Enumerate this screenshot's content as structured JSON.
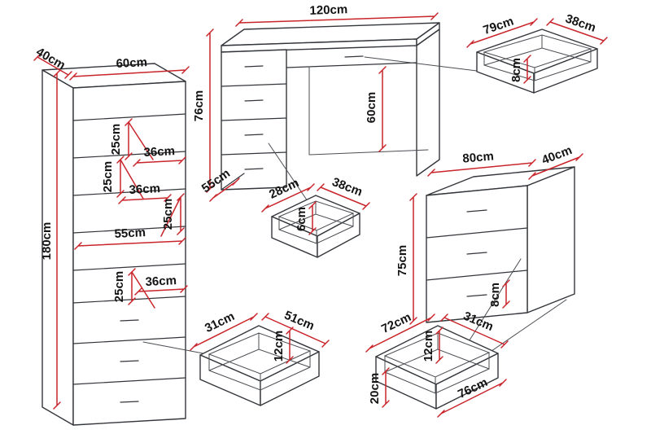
{
  "diagram": {
    "type": "furniture-dimension-diagram",
    "colors": {
      "outline": "#33363b",
      "dimension": "#c9252b",
      "label": "#141414",
      "background": "#ffffff"
    },
    "wardrobe": {
      "depth": "40cm",
      "width": "60cm",
      "height": "180cm",
      "internal": [
        "25cm",
        "36cm",
        "25cm",
        "36cm",
        "25cm",
        "55cm",
        "25cm",
        "36cm"
      ]
    },
    "desk": {
      "width": "120cm",
      "height": "76cm",
      "depth": "55cm",
      "opening_height": "60cm"
    },
    "desk_top_drawer": {
      "width": "79cm",
      "depth": "38cm",
      "height": "8cm"
    },
    "desk_pedestal_drawer": {
      "width": "28cm",
      "depth": "38cm",
      "height": "6cm"
    },
    "chest": {
      "width": "80cm",
      "depth": "40cm",
      "height": "75cm",
      "drawer_gap": "8cm"
    },
    "wardrobe_drawer": {
      "width": "31cm",
      "depth": "51cm",
      "height": "12cm"
    },
    "chest_drawer": {
      "width": "72cm",
      "depth": "31cm",
      "height": "12cm",
      "bottom_width": "76cm",
      "front_height": "20cm"
    }
  }
}
